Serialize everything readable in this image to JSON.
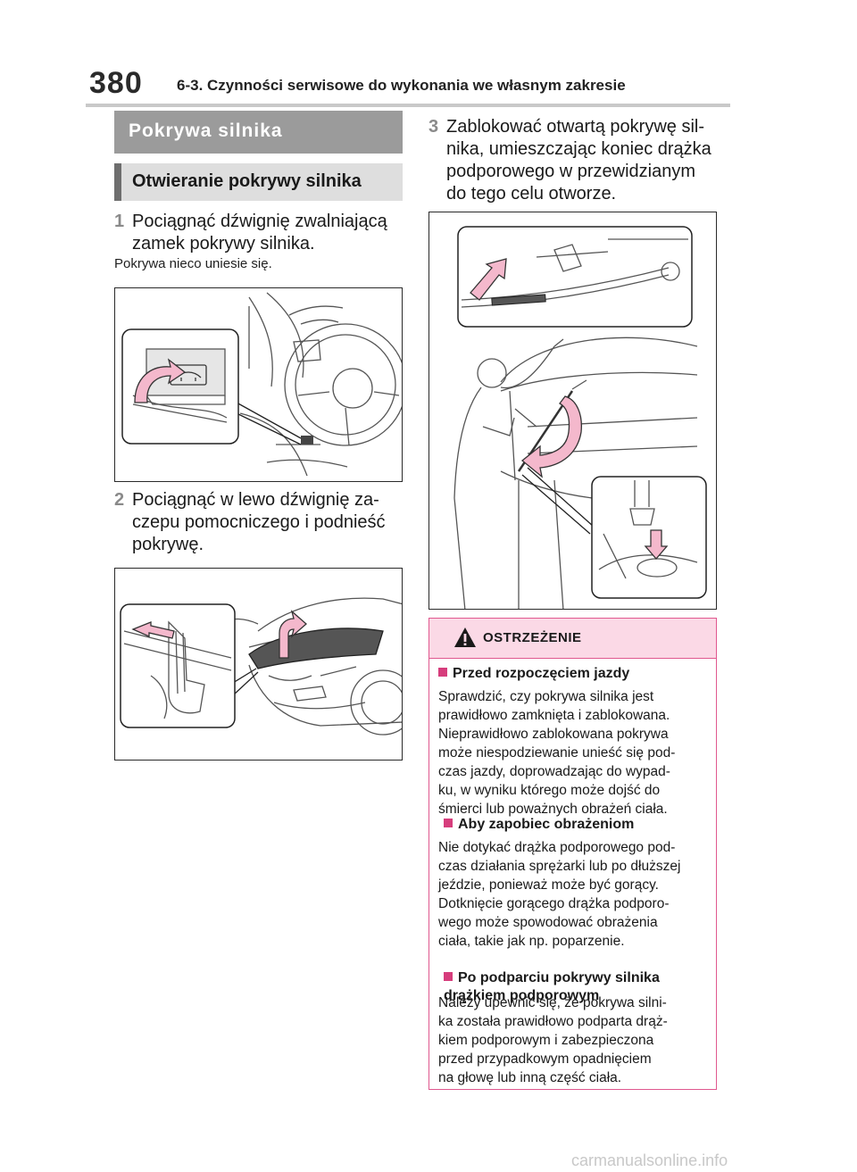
{
  "header": {
    "page_number": "380",
    "title": "6-3. Czynności serwisowe do wykonania we własnym zakresie"
  },
  "section": {
    "title": "Pokrywa silnika",
    "subtitle": "Otwieranie pokrywy silnika"
  },
  "steps": [
    {
      "number": "1",
      "text": "Pociągnąć dźwignię zwalniającą\nzamek pokrywy silnika."
    },
    {
      "number": "2",
      "text": "Pociągnąć w lewo dźwignię za-\nczepu pomocniczego i podnieść\npokrywę."
    },
    {
      "number": "3",
      "text": "Zablokować otwartą pokrywę sil-\nnika, umieszczając koniec drążka\npodporowego w przewidzianym\ndo tego celu otworze."
    }
  ],
  "note": "Pokrywa nieco uniesie się.",
  "warning": {
    "title": "OSTRZEŻENIE",
    "sections": [
      {
        "heading": "Przed rozpoczęciem jazdy",
        "text": "Sprawdzić, czy pokrywa silnika jest\nprawidłowo zamknięta i zablokowana.\nNieprawidłowo zablokowana pokrywa\nmoże niespodziewanie unieść się pod-\nczas jazdy, doprowadzając do wypad-\nku, w wyniku którego może dojść do\nśmierci lub poważnych obrażeń ciała."
      },
      {
        "heading": "Aby zapobiec obrażeniom",
        "text": "Nie dotykać drążka podporowego pod-\nczas działania sprężarki lub po dłuższej\njeździe, ponieważ może być gorący.\nDotknięcie gorącego drążka podporo-\nwego może spowodować obrażenia\nciała, takie jak np. poparzenie."
      },
      {
        "heading": "Po podparciu pokrywy silnika\ndrążkiem podporowym",
        "text": "Należy upewnić się, że pokrywa silni-\nka została prawidłowo podparta drąż-\nkiem podporowym i zabezpieczona\nprzed przypadkowym opadnięciem\nna głowę lub inną część ciała."
      }
    ]
  },
  "watermark": "carmanualsonline.info",
  "colors": {
    "accent": "#e0588f",
    "arrow_fill": "#f4b8cc",
    "section_bar": "#9b9b9b"
  }
}
